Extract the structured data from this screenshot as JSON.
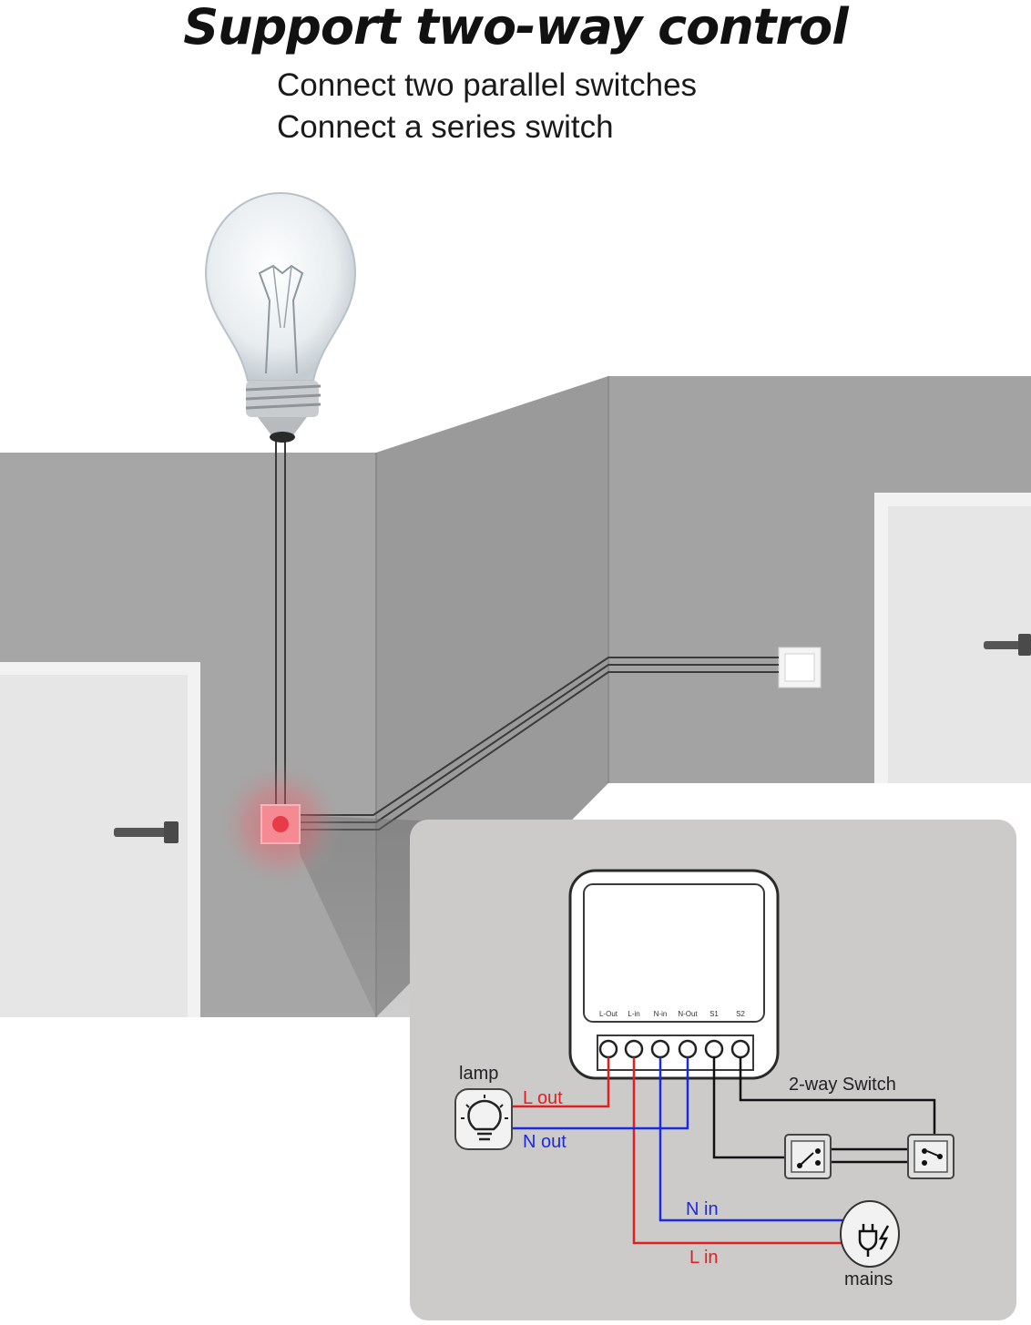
{
  "header": {
    "title": "Support two-way control",
    "lines": [
      "Connect two parallel switches",
      "Connect a series switch"
    ]
  },
  "diagram": {
    "module_terminals": [
      "L-Out",
      "L-in",
      "N-in",
      "N-Out",
      "S1",
      "S2"
    ],
    "labels": {
      "lamp": "lamp",
      "l_out": "L out",
      "n_out": "N out",
      "two_way_switch": "2-way Switch",
      "n_in": "N in",
      "l_in": "L in",
      "mains": "mains"
    },
    "colors": {
      "live_wire": "#e02020",
      "neutral_wire": "#1a2ae0",
      "switch_wire": "#111111",
      "wall": "#a3a3a3",
      "panel": "#cfcccc",
      "indicator": "#f25a64"
    },
    "icons": [
      "light-bulb-icon",
      "lamp-icon",
      "plug-icon",
      "two-way-switch-icon",
      "door-handle-icon"
    ]
  }
}
